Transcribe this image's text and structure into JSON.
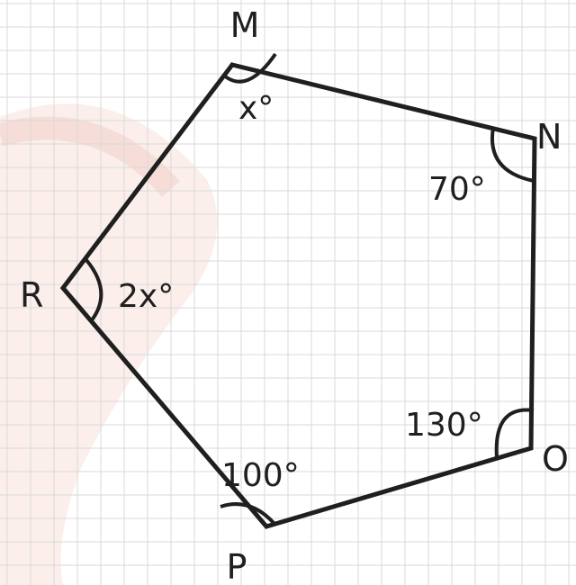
{
  "vertices": {
    "M": "M",
    "N": "N",
    "O": "O",
    "P": "P",
    "R": "R"
  },
  "angles": {
    "M": "x°",
    "N": "70°",
    "O": "130°",
    "P": "100°",
    "R": "2x°"
  },
  "colors": {
    "ink": "#1f1f1f",
    "grid": "#d9d9d9",
    "watermark": "#f4d2cc",
    "background": "#ffffff"
  }
}
